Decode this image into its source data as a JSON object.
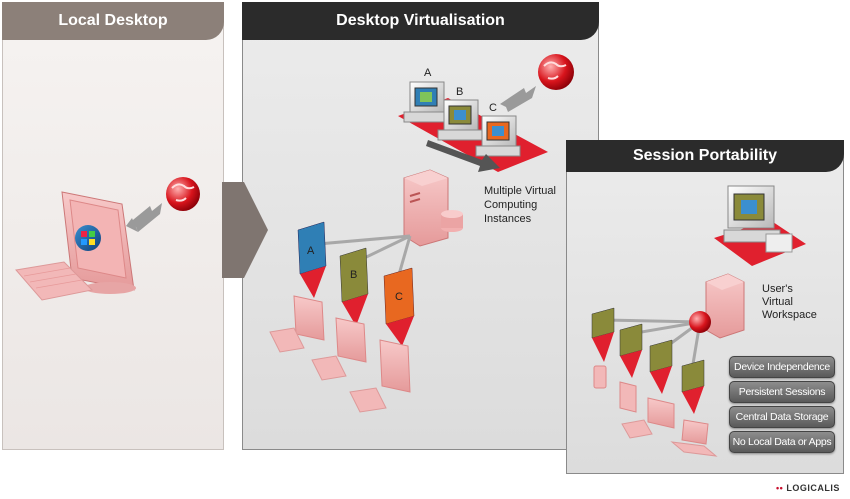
{
  "panels": {
    "local": {
      "title": "Local Desktop"
    },
    "virtualisation": {
      "title": "Desktop Virtualisation",
      "server_label": "Multiple Virtual Computing Instances"
    },
    "session": {
      "title": "Session Portability",
      "server_label": "User's Virtual Workspace"
    }
  },
  "instance_labels": [
    "A",
    "B",
    "C"
  ],
  "features": [
    "Device Independence",
    "Persistent Sessions",
    "Central Data Storage",
    "No Local Data or Apps"
  ],
  "logo": {
    "mark": "••",
    "text": "LOGICALIS"
  },
  "colors": {
    "accent_red": "#e0202e",
    "dark_tab": "#2b2b2b",
    "tan_tab": "#8c8079",
    "a": "#2f7fb5",
    "b": "#8a8a3a",
    "c": "#e86820"
  }
}
